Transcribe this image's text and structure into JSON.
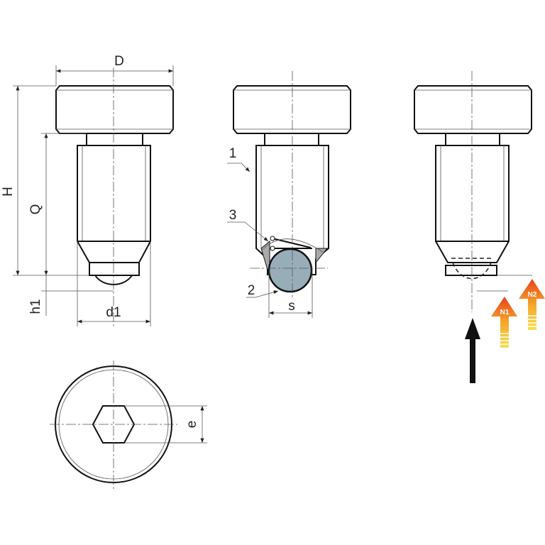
{
  "labels": {
    "D": "D",
    "H": "H",
    "Q": "Q",
    "h1": "h1",
    "d1": "d1",
    "part1": "1",
    "part2": "2",
    "part3": "3",
    "s": "s",
    "e": "e",
    "N1": "N1",
    "N2": "N2"
  },
  "colors": {
    "ball": "#97adb8",
    "arrow_top": "#e8401c",
    "arrow_bottom": "#f7e04a",
    "outline": "#111111"
  }
}
